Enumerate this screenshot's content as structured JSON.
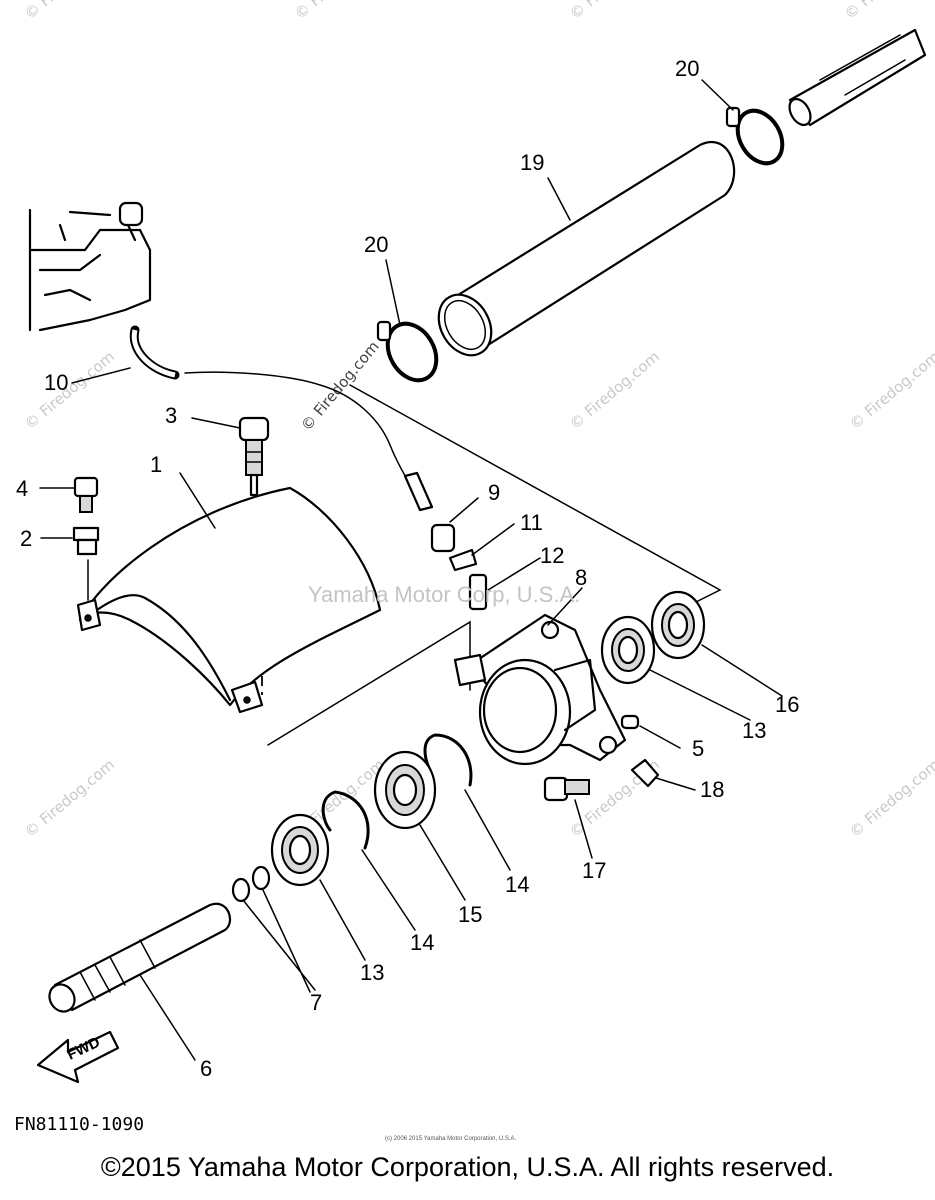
{
  "diagram": {
    "watermark_center": "Yamaha Motor Corp, U.S.A.",
    "watermark_tile": "© Firedog.com",
    "figure_code": "FN81110-1090",
    "fwd_label": "FWD",
    "tiny_note": "(c) 2006 2015 Yamaha Motor Corporation, U.S.A.",
    "callouts": [
      "1",
      "2",
      "3",
      "4",
      "5",
      "6",
      "7",
      "8",
      "9",
      "10",
      "11",
      "12",
      "13",
      "13",
      "14",
      "14",
      "15",
      "16",
      "17",
      "18",
      "19",
      "20",
      "20"
    ]
  },
  "footer": {
    "copyright": "©2015 Yamaha Motor Corporation, U.S.A. All rights reserved."
  }
}
